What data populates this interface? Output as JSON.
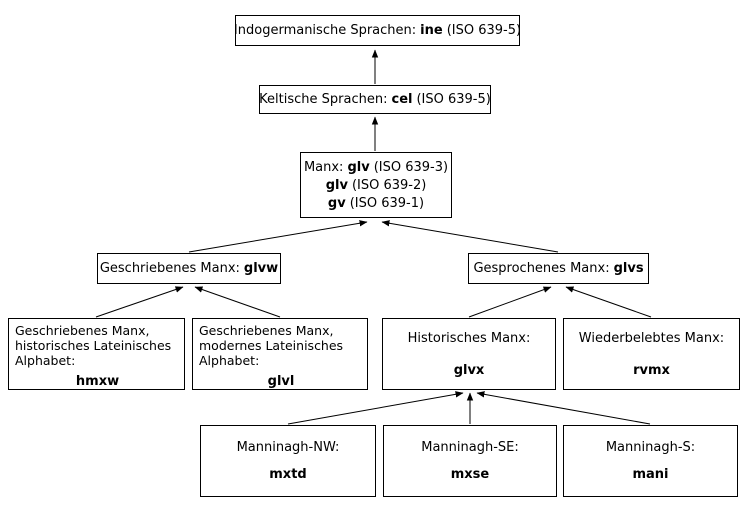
{
  "diagram": {
    "title": "Manx language ISO code hierarchy",
    "nodes": {
      "ine": {
        "label": "Indogermanische Sprachen:",
        "code": "ine",
        "iso": "(ISO 639-5)"
      },
      "cel": {
        "label": "Keltische Sprachen:",
        "code": "cel",
        "iso": "(ISO 639-5)"
      },
      "manx": {
        "label": "Manx:",
        "code1": "glv",
        "iso1": "(ISO 639-3)",
        "code2": "glv",
        "iso2": "(ISO 639-2)",
        "code3": "gv",
        "iso3": "(ISO 639-1)"
      },
      "glvw": {
        "label": "Geschriebenes Manx:",
        "code": "glvw"
      },
      "glvs": {
        "label": "Gesprochenes Manx:",
        "code": "glvs"
      },
      "hmxw": {
        "line1": "Geschriebenes Manx,",
        "line2": "historisches Lateinisches",
        "line3": "Alphabet:",
        "code": "hmxw"
      },
      "glvl": {
        "line1": "Geschriebenes Manx,",
        "line2": "modernes Lateinisches",
        "line3": "Alphabet:",
        "code": "glvl"
      },
      "glvx": {
        "label": "Historisches Manx:",
        "code": "glvx"
      },
      "rvmx": {
        "label": "Wiederbelebtes Manx:",
        "code": "rvmx"
      },
      "mxtd": {
        "label": "Manninagh-NW:",
        "code": "mxtd"
      },
      "mxse": {
        "label": "Manninagh-SE:",
        "code": "mxse"
      },
      "mani": {
        "label": "Manninagh-S:",
        "code": "mani"
      }
    },
    "colors": {
      "line": "#000000",
      "box_border": "#000000",
      "background": "#ffffff"
    }
  }
}
